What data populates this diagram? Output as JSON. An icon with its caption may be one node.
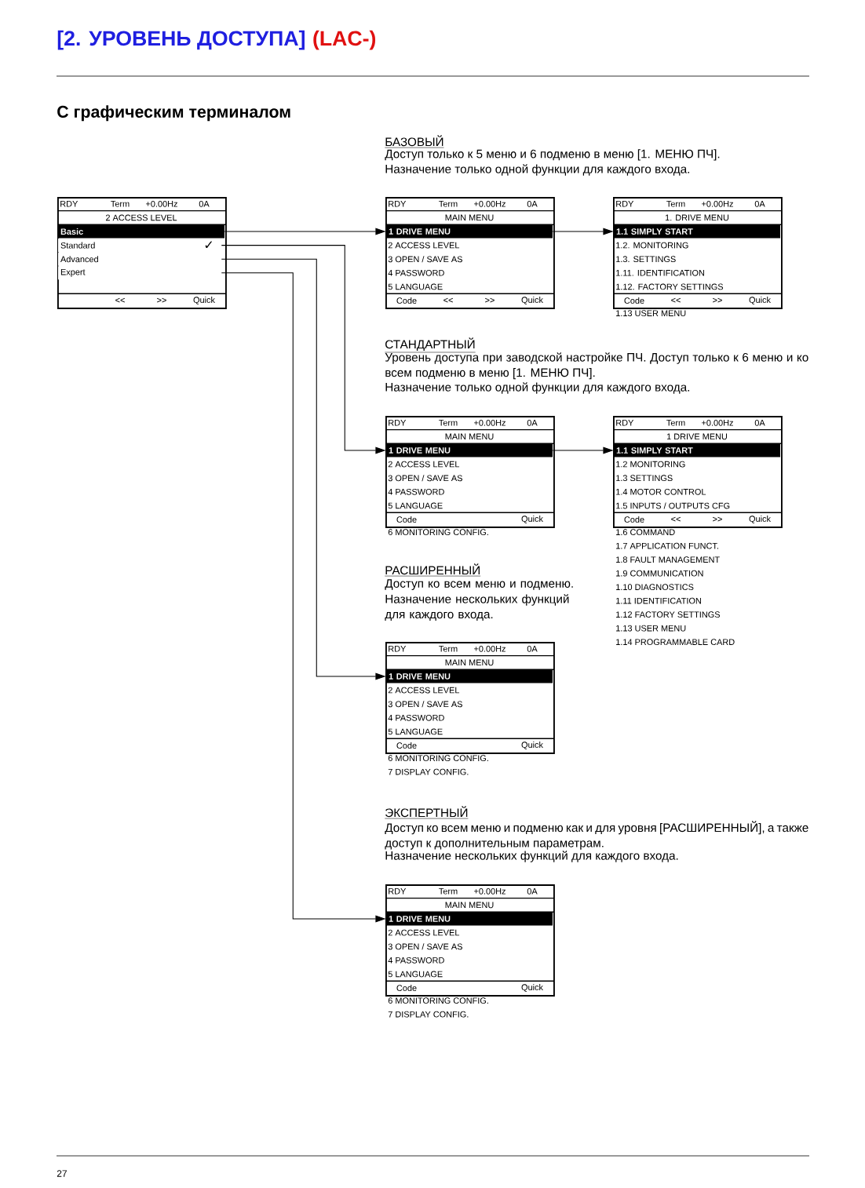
{
  "diagram": {
    "title": "[2. УРОВЕНЬ ДОСТУПА]",
    "nodes": [
      {
        "text": [
          "RDY",
          "Term",
          "+0.00Hz",
          "0A",
          "2 ACCESS LEVEL",
          "<<",
          ">>",
          "Quick"
        ]
      },
      {
        "text": [
          "Basic"
        ],
        "in": 0
      },
      {
        "text": [
          "Standard",
          "✓"
        ],
        "in": 0
      },
      {
        "text": [
          "Advanced"
        ],
        "in": 0
      },
      {
        "text": [
          "Expert"
        ],
        "in": 0
      },
      {
        "text": [
          "RDY",
          "Term",
          "+0.00Hz",
          "0A",
          "MAIN MENU",
          "2 ACCESS LEVEL",
          "3 OPEN / SAVE AS",
          "4 PASSWORD",
          "5 LANGUAGE",
          "Code",
          "<<",
          ">>",
          "Quick"
        ]
      },
      {
        "text": [
          "1 DRIVE MENU"
        ],
        "in": 5
      },
      {
        "text": [
          "RDY",
          "Term",
          "+0.00Hz",
          "0A",
          "1. DRIVE MENU",
          "1.2. MONITORING",
          "1.3. SETTINGS",
          "1.11. IDENTIFICATION",
          "1.12. FACTORY SETTINGS",
          "Code",
          "<<",
          ">>",
          "Quick"
        ],
        "beside": [
          "1.13 USER MENU"
        ]
      },
      {
        "text": [
          "1.1 SIMPLY START"
        ],
        "in": 7
      },
      {
        "text": [
          "RDY",
          "Term",
          "+0.00Hz",
          "0A",
          "MAIN MENU",
          "2 ACCESS LEVEL",
          "3 OPEN / SAVE AS",
          "4 PASSWORD",
          "5 LANGUAGE",
          "Code",
          "Quick"
        ],
        "beside": [
          "6 MONITORING CONFIG."
        ]
      },
      {
        "text": [
          "1 DRIVE MENU"
        ],
        "in": 9
      },
      {
        "text": [
          "RDY",
          "Term",
          "+0.00Hz",
          "0A",
          "1 DRIVE MENU",
          "1.2 MONITORING",
          "1.3 SETTINGS",
          "1.4 MOTOR CONTROL",
          "1.5 INPUTS / OUTPUTS CFG",
          "Code",
          "<<",
          ">>",
          "Quick"
        ],
        "beside": [
          "1.6 COMMAND",
          "1.7 APPLICATION FUNCT.",
          "1.8 FAULT MANAGEMENT",
          "1.9 COMMUNICATION",
          "1.10 DIAGNOSTICS",
          "1.11 IDENTIFICATION",
          "1.12 FACTORY SETTINGS",
          "1.13 USER MENU",
          "1.14 PROGRAMMABLE CARD"
        ]
      },
      {
        "text": [
          "1.1 SIMPLY START"
        ],
        "in": 11
      },
      {
        "text": [
          "RDY",
          "Term",
          "+0.00Hz",
          "0A",
          "MAIN MENU",
          "2 ACCESS LEVEL",
          "3 OPEN / SAVE AS",
          "4 PASSWORD",
          "5 LANGUAGE",
          "Code",
          "Quick"
        ],
        "beside": [
          "6 MONITORING CONFIG.",
          "7 DISPLAY CONFIG."
        ]
      },
      {
        "text": [
          "1 DRIVE MENU"
        ],
        "in": 13
      },
      {
        "text": [
          "RDY",
          "Term",
          "+0.00Hz",
          "0A",
          "MAIN MENU",
          "2 ACCESS LEVEL",
          "3 OPEN / SAVE AS",
          "4 PASSWORD",
          "5 LANGUAGE",
          "Code",
          "Quick"
        ],
        "beside": [
          "6 MONITORING CONFIG.",
          "7 DISPLAY CONFIG."
        ]
      },
      {
        "text": [
          "1 DRIVE MENU"
        ],
        "in": 15
      }
    ],
    "edges": [
      {
        "from": 1,
        "to": 6,
        "arrow": "to"
      },
      {
        "from": 6,
        "to": 8,
        "arrow": "to"
      },
      {
        "from": 2,
        "to": 10,
        "arrow": "to"
      },
      {
        "from": 10,
        "to": 12,
        "arrow": "to"
      },
      {
        "from": 3,
        "to": 14,
        "arrow": "to"
      },
      {
        "from": 4,
        "to": 16,
        "arrow": "to"
      }
    ],
    "labels": [
      "(LAC-)",
      "С графическим терминалом",
      "БАЗОВЫЙ",
      "Доступ только к 5 меню и 6 подменю в меню [1. МЕНЮ ПЧ].",
      "Назначение только одной функции для каждого входа.",
      "СТАНДАРТНЫЙ",
      "Уровень доступа при заводской настройке ПЧ. Доступ только к 6 меню и ко всем подменю в меню [1. МЕНЮ ПЧ].",
      "Назначение только одной функции для каждого входа.",
      "РАСШИРЕННЫЙ",
      "Доступ ко всем меню и подменю.",
      "Назначение нескольких функций для каждого входа.",
      "ЭКСПЕРТНЫЙ",
      "Доступ ко всем меню и подменю как и для уровня [РАСШИРЕННЫЙ], а также доступ к дополнительным параметрам.",
      "Назначение нескольких функций для каждого входа.",
      "27"
    ]
  }
}
